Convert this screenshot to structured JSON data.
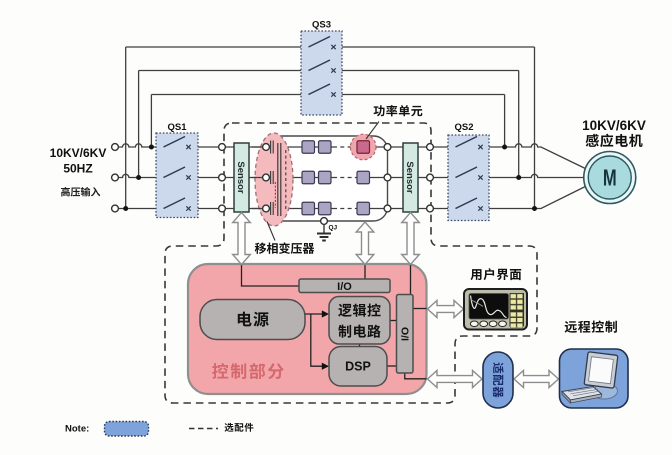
{
  "source": {
    "voltage": "10KV/6KV",
    "frequency": "50HZ",
    "description": "高压输入"
  },
  "switches": {
    "qs1": "QS1",
    "qs2": "QS2",
    "qs3": "QS3"
  },
  "sensors": {
    "left": "Sensor",
    "right": "Sensor"
  },
  "inverter": {
    "power_unit_label": "功率单元",
    "transformer_label": "移相变压器",
    "ground_label": "QJ"
  },
  "motor": {
    "voltage": "10KV/6KV",
    "name": "感应电机",
    "symbol": "M"
  },
  "control": {
    "section_label": "控制部分",
    "power_supply": "电源",
    "io_top": "I/O",
    "io_side": "I/O",
    "logic_line1": "逻辑控",
    "logic_line2": "制电路",
    "dsp": "DSP"
  },
  "hmi": {
    "label": "用户界面"
  },
  "remote": {
    "label": "远程控制",
    "adapter": "适配器"
  },
  "legend": {
    "note": "Note:",
    "optional_mark": "选配件"
  },
  "colors": {
    "switch_box": "#ccd8ec",
    "sensor_box": "#d3e9e1",
    "transformer": "#f4babe",
    "power_cell": "#aba4c3",
    "power_cell_highlight": "#c9698d",
    "highlight_halo": "#eda7af",
    "control_box": "#f3a6a9",
    "gray_box": "#b6b2b2",
    "blue_box": "#7ea2da",
    "motor_fill": "#a9dade",
    "section_label": "#d3686e",
    "line": "#3f3f3f"
  }
}
